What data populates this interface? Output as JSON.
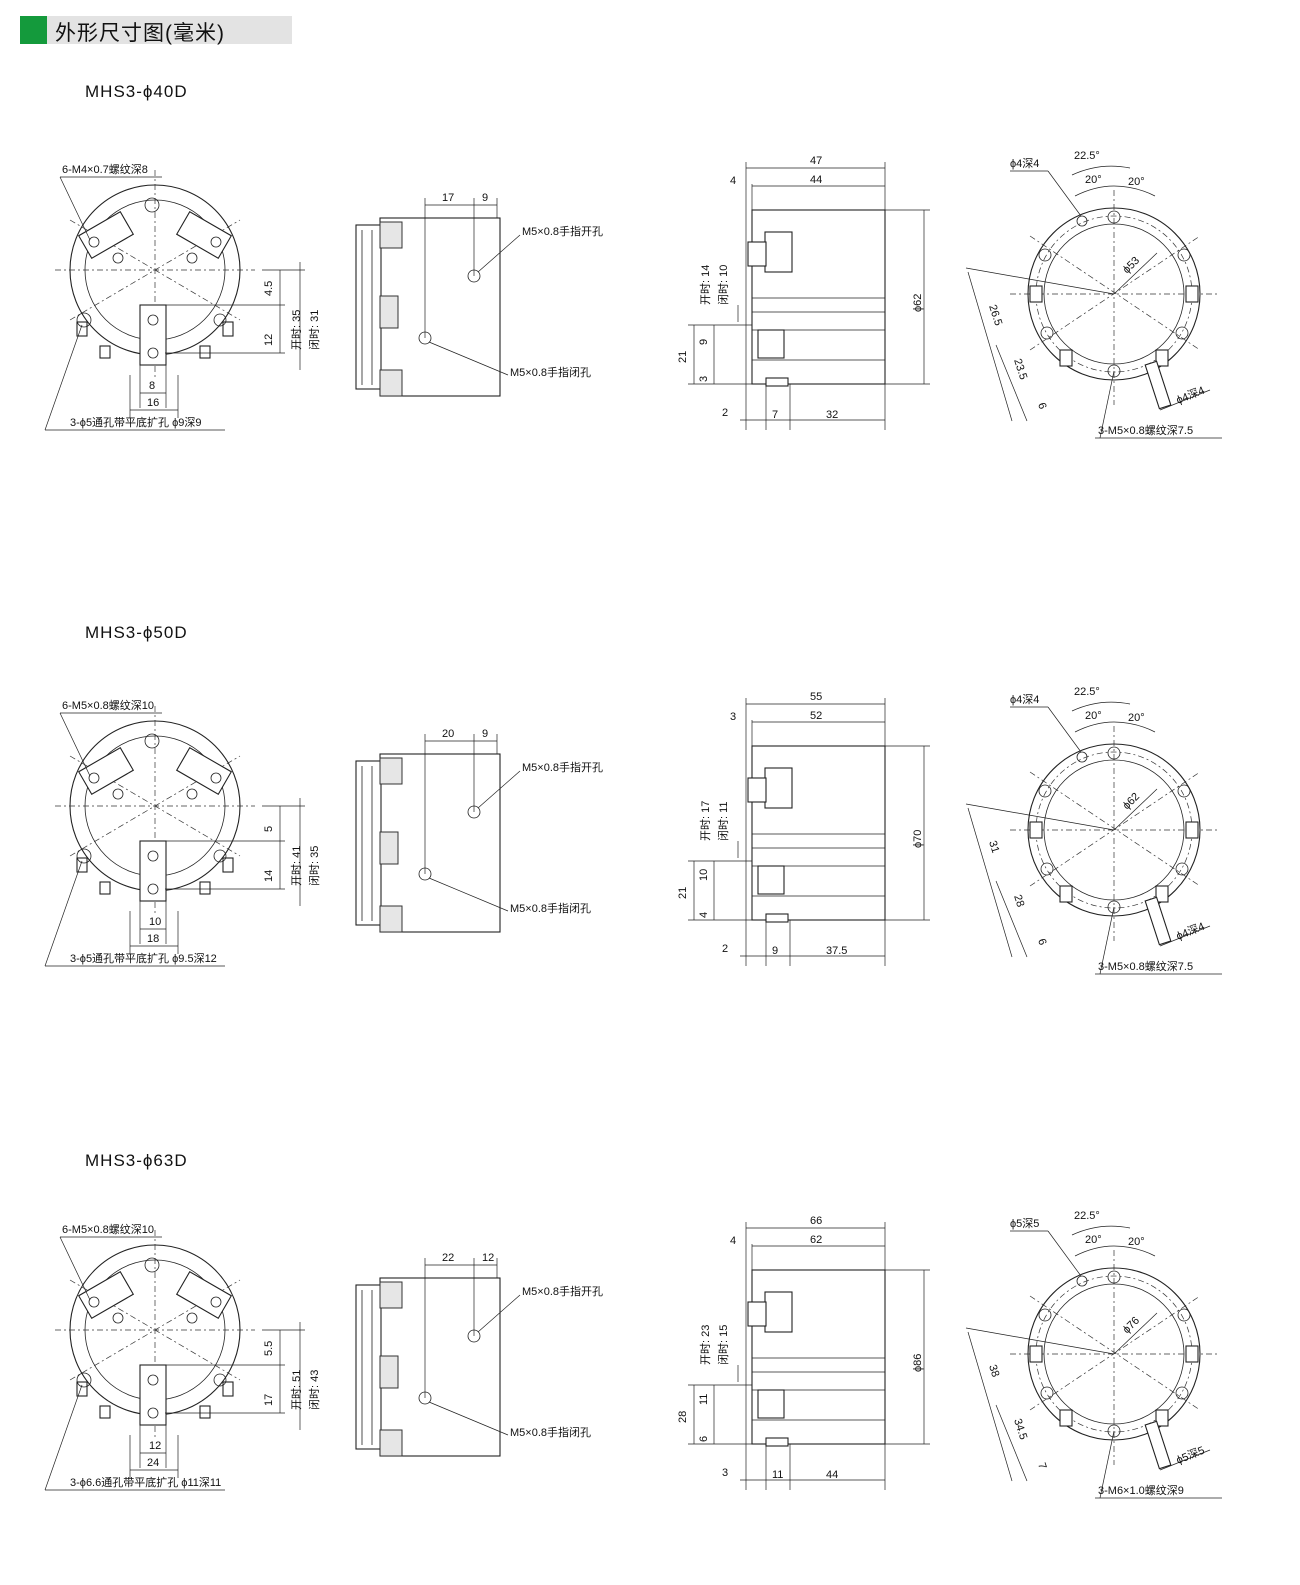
{
  "header": {
    "title": "外形尺寸图(毫米)",
    "accent_color": "#149a3c"
  },
  "sections": [
    {
      "model": "MHS3-ϕ40D",
      "front": {
        "thread": "6-M4×0.7螺纹深8",
        "hole": "3-ϕ5通孔带平底扩孔 ϕ9深9",
        "d1": "4.5",
        "d2": "12",
        "open": "开时: 35",
        "close": "闭时: 31",
        "w1": "8",
        "w2": "16"
      },
      "side": {
        "d1": "17",
        "d2": "9",
        "open_port": "M5×0.8手指开孔",
        "close_port": "M5×0.8手指闭孔"
      },
      "section": {
        "w_total": "47",
        "w_body": "44",
        "w_top": "4",
        "open": "开时: 14",
        "close": "闭时: 10",
        "h1": "9",
        "h2": "21",
        "h3": "3",
        "dia": "ϕ62",
        "b1": "2",
        "b2": "7",
        "b3": "32"
      },
      "top": {
        "pin": "ϕ4深4",
        "ang1": "22.5°",
        "ang2": "20°",
        "ang3": "20°",
        "pcd": "ϕ53",
        "l1": "26.5",
        "l2": "23.5",
        "l3": "6",
        "pin2": "ϕ4深4",
        "screw": "3-M5×0.8螺纹深7.5"
      }
    },
    {
      "model": "MHS3-ϕ50D",
      "front": {
        "thread": "6-M5×0.8螺纹深10",
        "hole": "3-ϕ5通孔带平底扩孔 ϕ9.5深12",
        "d1": "5",
        "d2": "14",
        "open": "开时: 41",
        "close": "闭时: 35",
        "w1": "10",
        "w2": "18"
      },
      "side": {
        "d1": "20",
        "d2": "9",
        "open_port": "M5×0.8手指开孔",
        "close_port": "M5×0.8手指闭孔"
      },
      "section": {
        "w_total": "55",
        "w_body": "52",
        "w_top": "3",
        "open": "开时: 17",
        "close": "闭时: 11",
        "h1": "10",
        "h2": "21",
        "h3": "4",
        "dia": "ϕ70",
        "b1": "2",
        "b2": "9",
        "b3": "37.5"
      },
      "top": {
        "pin": "ϕ4深4",
        "ang1": "22.5°",
        "ang2": "20°",
        "ang3": "20°",
        "pcd": "ϕ62",
        "l1": "31",
        "l2": "28",
        "l3": "6",
        "pin2": "ϕ4深4",
        "screw": "3-M5×0.8螺纹深7.5"
      }
    },
    {
      "model": "MHS3-ϕ63D",
      "front": {
        "thread": "6-M5×0.8螺纹深10",
        "hole": "3-ϕ6.6通孔带平底扩孔 ϕ11深11",
        "d1": "5.5",
        "d2": "17",
        "open": "开时: 51",
        "close": "闭时: 43",
        "w1": "12",
        "w2": "24"
      },
      "side": {
        "d1": "22",
        "d2": "12",
        "open_port": "M5×0.8手指开孔",
        "close_port": "M5×0.8手指闭孔"
      },
      "section": {
        "w_total": "66",
        "w_body": "62",
        "w_top": "4",
        "open": "开时: 23",
        "close": "闭时: 15",
        "h1": "11",
        "h2": "28",
        "h3": "6",
        "dia": "ϕ86",
        "b1": "3",
        "b2": "11",
        "b3": "44"
      },
      "top": {
        "pin": "ϕ5深5",
        "ang1": "22.5°",
        "ang2": "20°",
        "ang3": "20°",
        "pcd": "ϕ76",
        "l1": "38",
        "l2": "34.5",
        "l3": "7",
        "pin2": "ϕ5深5",
        "screw": "3-M6×1.0螺纹深9"
      }
    }
  ]
}
